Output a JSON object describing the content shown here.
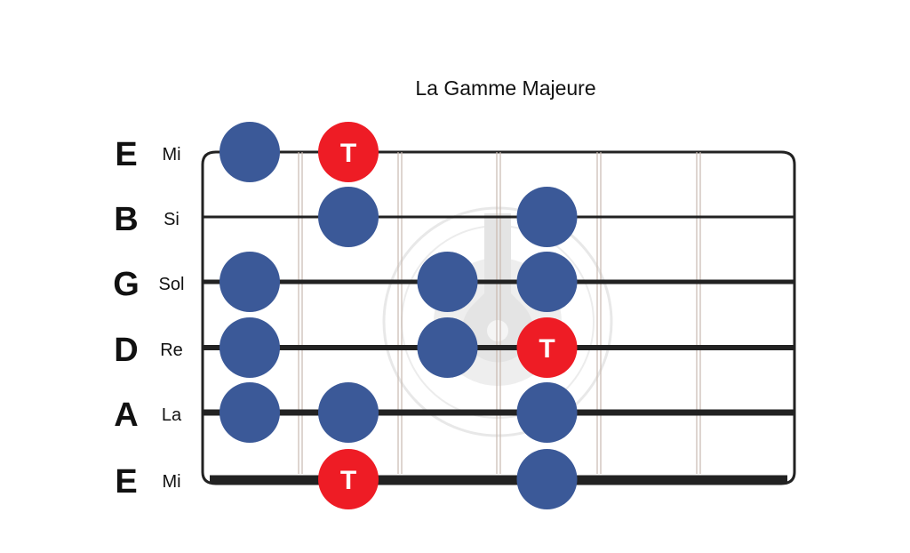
{
  "diagram": {
    "title": "La Gamme Majeure",
    "colors": {
      "scale_note": "#3B5998",
      "root_note": "#EE1C25",
      "root_text": "#FFFFFF",
      "string": "#222222",
      "fret": "#C9B9B0",
      "watermark": "#E3E3E3"
    },
    "strings": [
      {
        "letter": "E",
        "name": "Mi"
      },
      {
        "letter": "B",
        "name": "Si"
      },
      {
        "letter": "G",
        "name": "Sol"
      },
      {
        "letter": "D",
        "name": "Re"
      },
      {
        "letter": "A",
        "name": "La"
      },
      {
        "letter": "E",
        "name": "Mi"
      }
    ],
    "root_label": "T",
    "notes": [
      {
        "string": 0,
        "fret": 1,
        "root": false
      },
      {
        "string": 0,
        "fret": 2,
        "root": true
      },
      {
        "string": 1,
        "fret": 2,
        "root": false
      },
      {
        "string": 1,
        "fret": 4,
        "root": false
      },
      {
        "string": 2,
        "fret": 1,
        "root": false
      },
      {
        "string": 2,
        "fret": 3,
        "root": false
      },
      {
        "string": 2,
        "fret": 4,
        "root": false
      },
      {
        "string": 3,
        "fret": 1,
        "root": false
      },
      {
        "string": 3,
        "fret": 3,
        "root": false
      },
      {
        "string": 3,
        "fret": 4,
        "root": true
      },
      {
        "string": 4,
        "fret": 1,
        "root": false
      },
      {
        "string": 4,
        "fret": 2,
        "root": false
      },
      {
        "string": 4,
        "fret": 4,
        "root": false
      },
      {
        "string": 5,
        "fret": 2,
        "root": true
      },
      {
        "string": 5,
        "fret": 4,
        "root": false
      }
    ]
  }
}
